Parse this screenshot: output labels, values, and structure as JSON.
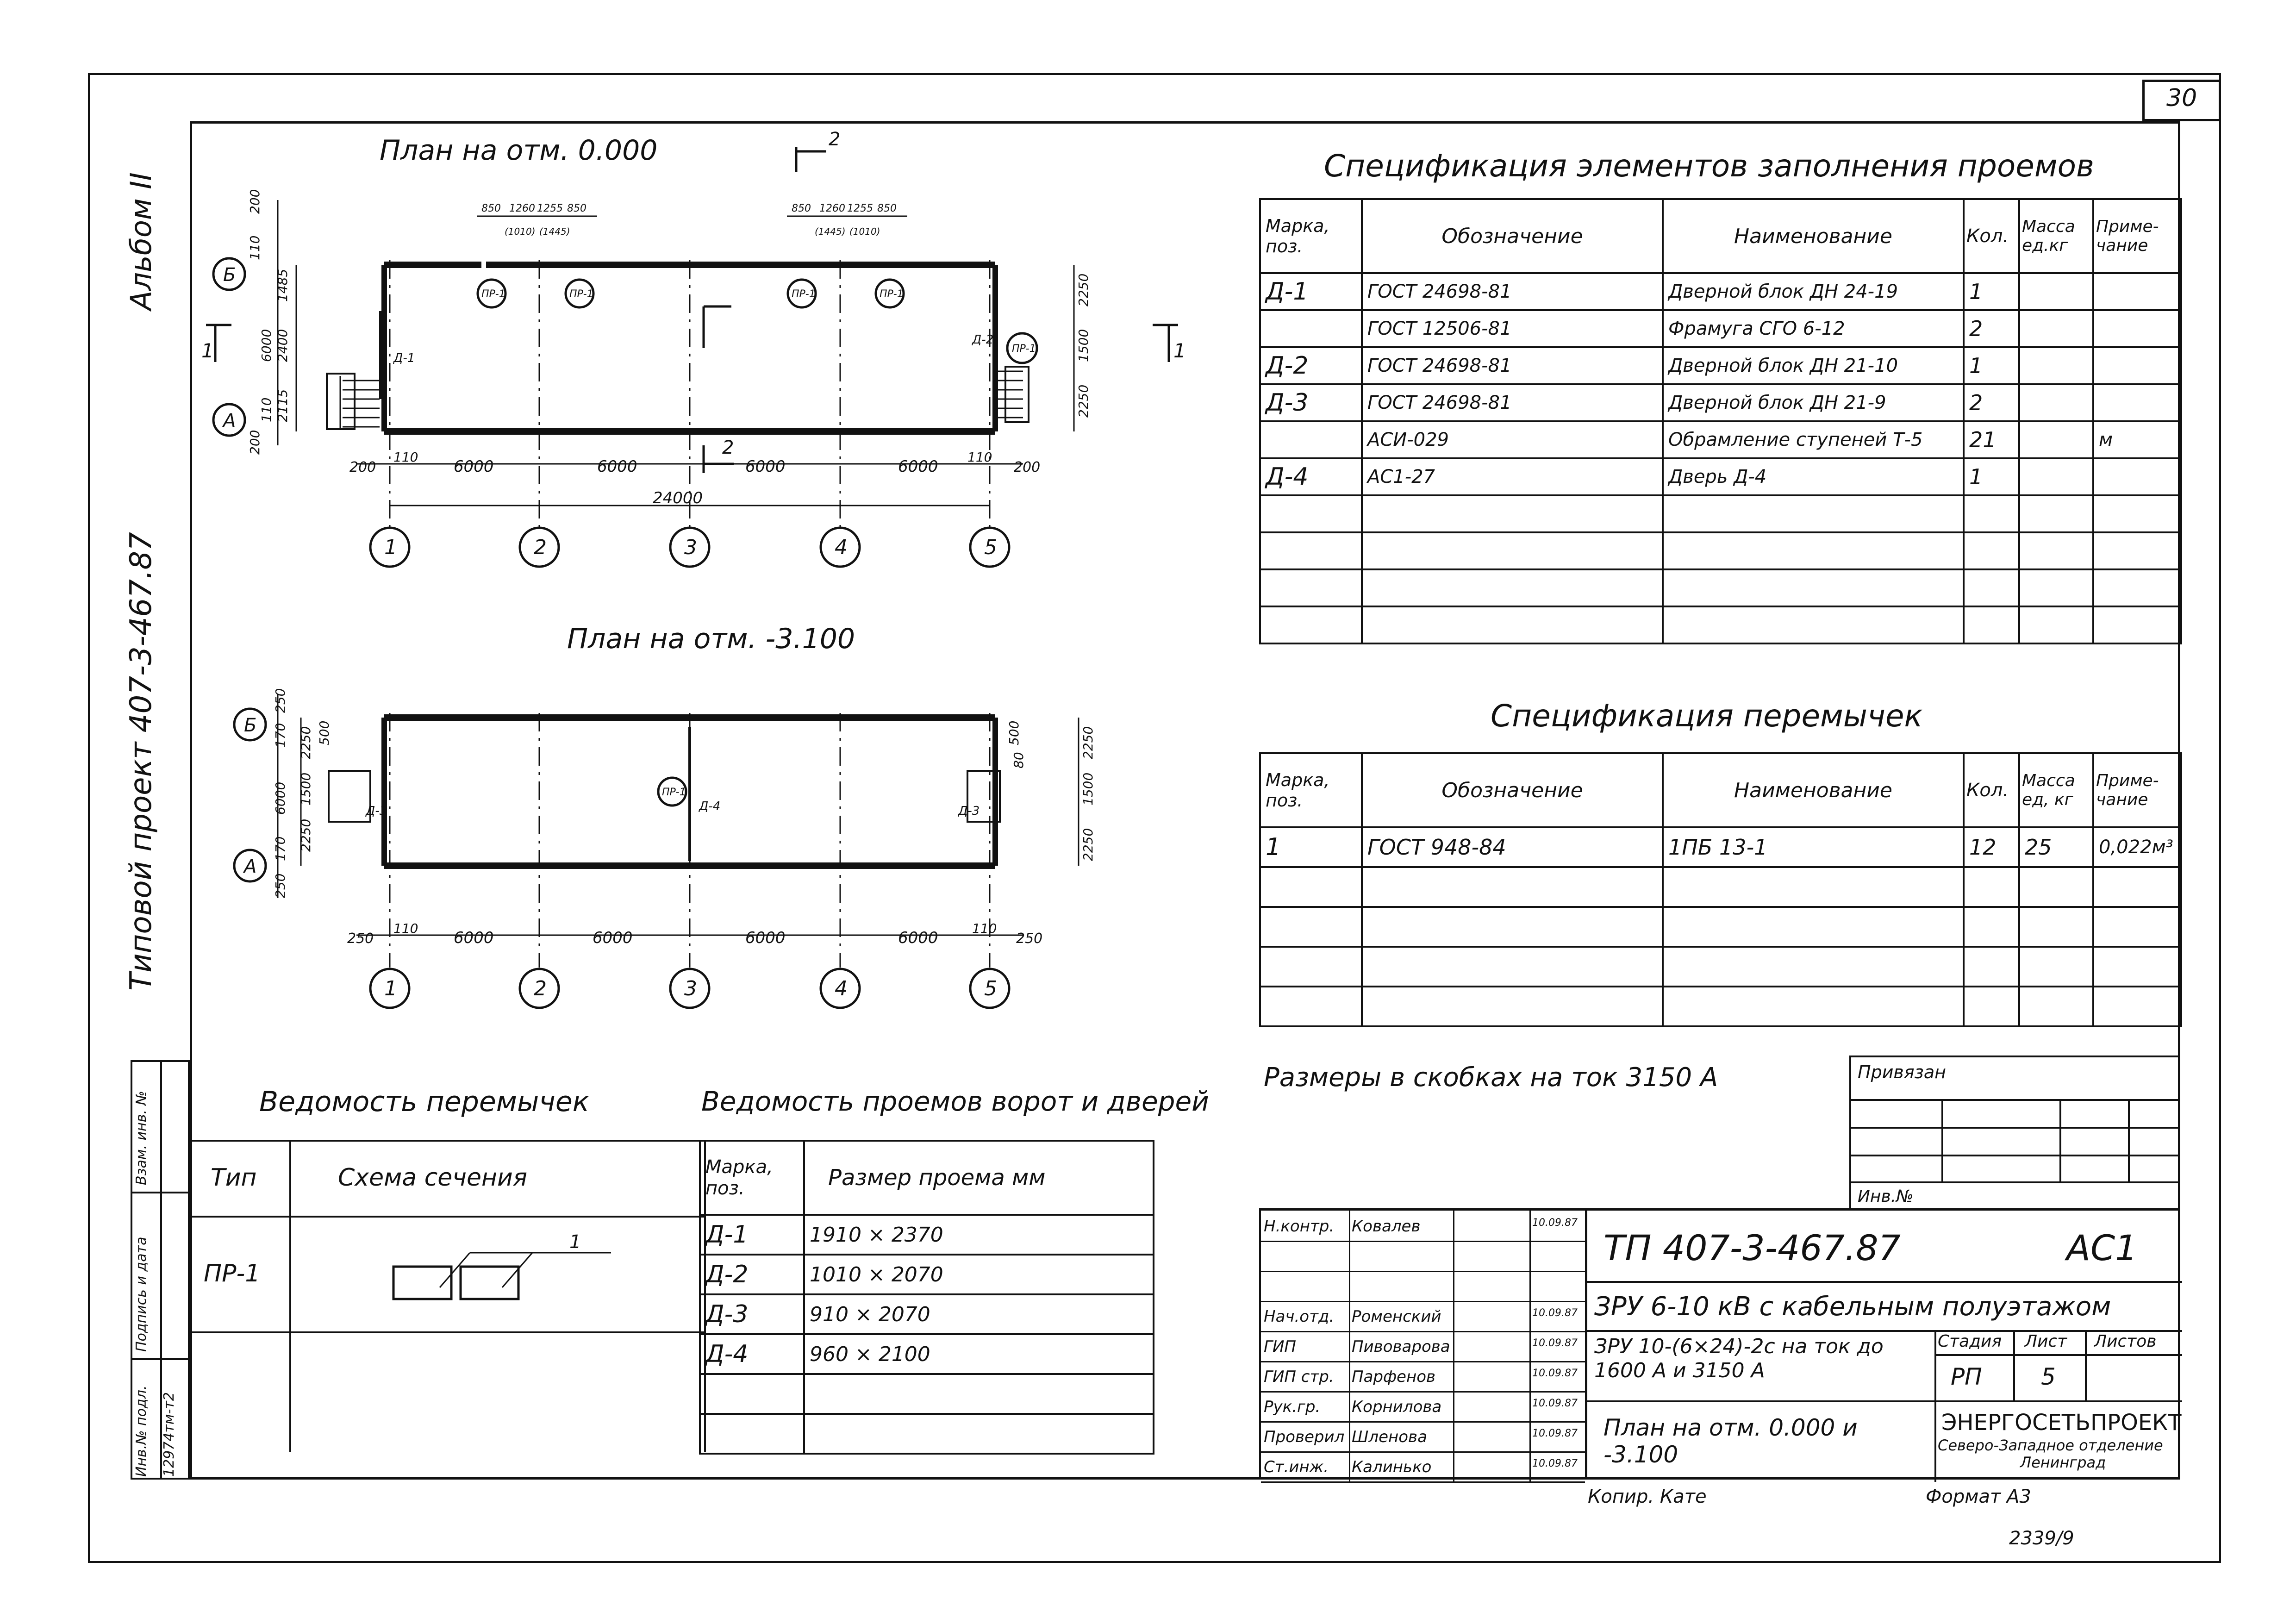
{
  "sheet": {
    "page_number": "30",
    "bottom_number": "2339/9",
    "copied": "Копир. Кате",
    "format": "Формат A3"
  },
  "margin": {
    "album": "Альбом II",
    "project": "Типовой проект 407-3-467.87",
    "inv_label": "Инв.№ подл.",
    "inv_value": "12974тм-т2",
    "sign_label": "Подпись и дата",
    "vzam_label": "Взам. инв. №"
  },
  "plan1": {
    "title": "План на отм. 0.000",
    "section_mark": "2",
    "axis_letters": [
      "Б",
      "А"
    ],
    "axis_numbers": [
      "1",
      "2",
      "3",
      "4",
      "5"
    ],
    "dims_bottom": [
      "200",
      "110",
      "6000",
      "6000",
      "6000",
      "6000",
      "110",
      "200"
    ],
    "overall": "24000",
    "dims_left": [
      "200",
      "110",
      "1485",
      "2400",
      "6000",
      "2115",
      "110",
      "200"
    ],
    "dims_right": [
      "2250",
      "1500",
      "2250"
    ],
    "dims_top_left": [
      "850",
      "1260",
      "1255",
      "850"
    ],
    "dims_top_left_brackets": [
      "(1010)",
      "(1445)"
    ],
    "dims_top_right": [
      "850",
      "1260",
      "1255",
      "850"
    ],
    "dims_top_right_brackets": [
      "(1445)",
      "(1010)"
    ],
    "lintel_tags": [
      "ПР-1",
      "ПР-1",
      "ПР-1",
      "ПР-1",
      "ПР-1"
    ],
    "door_tags": [
      "Д-1",
      "Д-2"
    ],
    "section_marks": [
      "1",
      "1",
      "2"
    ]
  },
  "plan2": {
    "title": "План на отм. -3.100",
    "axis_letters": [
      "Б",
      "А"
    ],
    "axis_numbers": [
      "1",
      "2",
      "3",
      "4",
      "5"
    ],
    "dims_bottom": [
      "250",
      "110",
      "6000",
      "6000",
      "6000",
      "6000",
      "110",
      "250"
    ],
    "dims_left": [
      "250",
      "170",
      "2250",
      "1500",
      "6000",
      "2250",
      "170",
      "250"
    ],
    "dims_right": [
      "2250",
      "1500",
      "2250"
    ],
    "dims_small": [
      "500",
      "500",
      "80"
    ],
    "lintel_tags": [
      "ПР-1"
    ],
    "door_tags": [
      "Д-3",
      "Д-4",
      "Д-3"
    ]
  },
  "spec_openings": {
    "title": "Спецификация элементов заполнения проемов",
    "headers": [
      "Марка, поз.",
      "Обозначение",
      "Наименование",
      "Кол.",
      "Масса ед.кг",
      "Приме- чание"
    ],
    "rows": [
      [
        "Д-1",
        "ГОСТ 24698-81",
        "Дверной блок ДН 24-19",
        "1",
        "",
        ""
      ],
      [
        "",
        "ГОСТ 12506-81",
        "Фрамуга СГО 6-12",
        "2",
        "",
        ""
      ],
      [
        "Д-2",
        "ГОСТ 24698-81",
        "Дверной блок ДН 21-10",
        "1",
        "",
        ""
      ],
      [
        "Д-3",
        "ГОСТ 24698-81",
        "Дверной блок ДН 21-9",
        "2",
        "",
        ""
      ],
      [
        "",
        "АСИ-029",
        "Обрамление ступеней Т-5",
        "21",
        "",
        "м"
      ],
      [
        "Д-4",
        "АС1-27",
        "Дверь Д-4",
        "1",
        "",
        ""
      ],
      [
        "",
        "",
        "",
        "",
        "",
        ""
      ],
      [
        "",
        "",
        "",
        "",
        "",
        ""
      ],
      [
        "",
        "",
        "",
        "",
        "",
        ""
      ],
      [
        "",
        "",
        "",
        "",
        "",
        ""
      ]
    ]
  },
  "spec_lintels": {
    "title": "Спецификация перемычек",
    "headers": [
      "Марка, поз.",
      "Обозначение",
      "Наименование",
      "Кол.",
      "Масса ед, кг",
      "Приме- чание"
    ],
    "rows": [
      [
        "1",
        "ГОСТ 948-84",
        "1ПБ 13-1",
        "12",
        "25",
        "0,022м³"
      ],
      [
        "",
        "",
        "",
        "",
        "",
        ""
      ],
      [
        "",
        "",
        "",
        "",
        "",
        ""
      ],
      [
        "",
        "",
        "",
        "",
        "",
        ""
      ],
      [
        "",
        "",
        "",
        "",
        "",
        ""
      ]
    ]
  },
  "note": "Размеры в скобках на ток 3150 А",
  "bound": {
    "label": "Привязан",
    "inv": "Инв.№"
  },
  "lintel_sheet": {
    "title": "Ведомость перемычек",
    "headers": [
      "Тип",
      "Схема сечения"
    ],
    "row_type": "ПР-1",
    "callout": "1"
  },
  "openings_sheet": {
    "title": "Ведомость проемов ворот и дверей",
    "headers": [
      "Марка, поз.",
      "Размер проема мм"
    ],
    "rows": [
      [
        "Д-1",
        "1910 × 2370"
      ],
      [
        "Д-2",
        "1010 × 2070"
      ],
      [
        "Д-3",
        "910 × 2070"
      ],
      [
        "Д-4",
        "960 × 2100"
      ],
      [
        "",
        ""
      ],
      [
        "",
        ""
      ]
    ]
  },
  "stamp": {
    "code": "ТП 407-3-467.87",
    "part": "АС1",
    "object": "ЗРУ 6-10 кВ с кабельным полуэтажом",
    "variant": "ЗРУ 10-(6×24)-2с на ток до 1600 А и 3150 А",
    "sheet_title": "План на отм. 0.000 и -3.100",
    "stage_headers": [
      "Стадия",
      "Лист",
      "Листов"
    ],
    "stage_values": [
      "РП",
      "5",
      ""
    ],
    "org_name": "ЭНЕРГОСЕТЬПРОЕКТ",
    "org_branch": "Северо-Западное отделение",
    "org_city": "Ленинград",
    "people": [
      [
        "Н.контр.",
        "Ковалев",
        "",
        "10.09.87"
      ],
      [
        "",
        "",
        "",
        ""
      ],
      [
        "",
        "",
        "",
        ""
      ],
      [
        "Нач.отд.",
        "Роменский",
        "",
        "10.09.87"
      ],
      [
        "ГИП",
        "Пивоварова",
        "",
        "10.09.87"
      ],
      [
        "ГИП стр.",
        "Парфенов",
        "",
        "10.09.87"
      ],
      [
        "Рук.гр.",
        "Корнилова",
        "",
        "10.09.87"
      ],
      [
        "Проверил",
        "Шленова",
        "",
        "10.09.87"
      ],
      [
        "Ст.инж.",
        "Калинько",
        "",
        "10.09.87"
      ]
    ]
  }
}
